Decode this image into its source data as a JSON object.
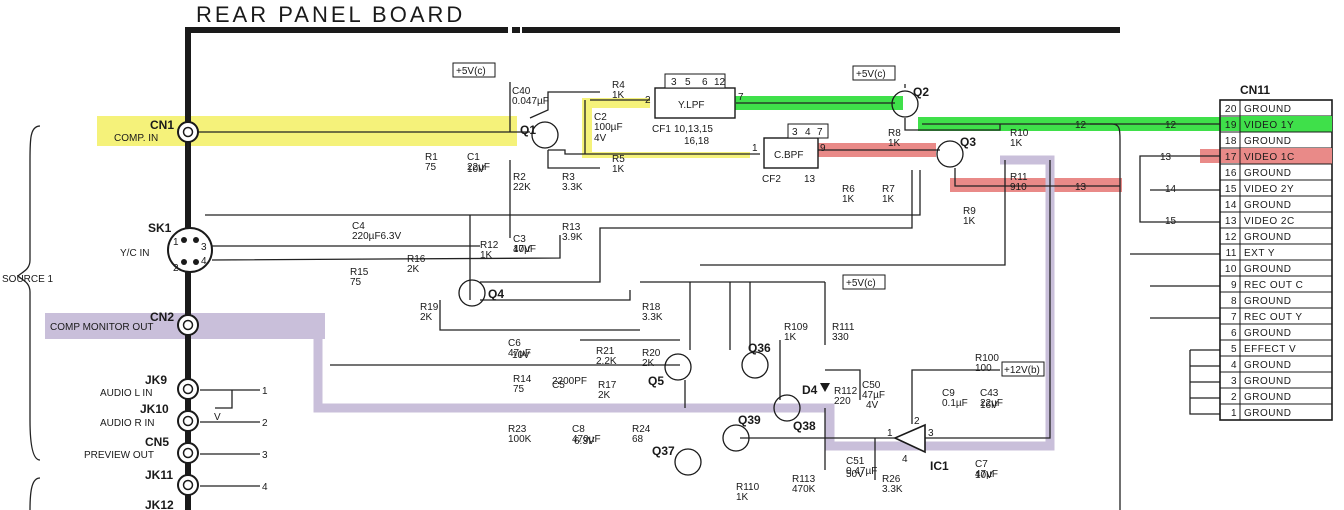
{
  "title": "REAR PANEL BOARD",
  "source_label": "SOURCE 1",
  "colors": {
    "yellow": "#f5f27a",
    "green": "#3fe04a",
    "red": "#e98a88",
    "purple": "#c9bfda"
  },
  "connectors": {
    "cn1": {
      "ref": "CN1",
      "name": "COMP. IN"
    },
    "sk1": {
      "ref": "SK1",
      "name": "Y/C IN"
    },
    "cn2": {
      "ref": "CN2",
      "name": "COMP MONITOR OUT"
    },
    "jk9": {
      "ref": "JK9",
      "name": "AUDIO L IN"
    },
    "jk10": {
      "ref": "JK10",
      "name": "AUDIO R IN"
    },
    "cn5": {
      "ref": "CN5",
      "name": "PREVIEW OUT"
    },
    "jk11": {
      "ref": "JK11"
    },
    "jk12": {
      "ref": "JK12"
    }
  },
  "sk1_pins": [
    "1",
    "2",
    "3",
    "4"
  ],
  "jack_pins": [
    "1",
    "2",
    "3",
    "4"
  ],
  "vlabel": "V",
  "supplies": {
    "p5v_c": "+5V(c)",
    "p12v_b": "+12V(b)"
  },
  "filters": {
    "ylpf": {
      "name": "Y.LPF",
      "ref": "CF1",
      "top_pins": [
        "3",
        "5",
        "6",
        "12"
      ],
      "pin_in": "2",
      "pin_out": "7",
      "note1": "10,13,15",
      "note2": "16,18"
    },
    "cbpf": {
      "name": "C.BPF",
      "ref": "CF2",
      "top_pins": [
        "3",
        "4",
        "7"
      ],
      "pin_in": "1",
      "pin_out": "9",
      "note": "13"
    }
  },
  "transistors": [
    "Q1",
    "Q2",
    "Q3",
    "Q4",
    "Q5",
    "Q36",
    "Q37",
    "Q38",
    "Q39"
  ],
  "ic": {
    "ref": "IC1",
    "pins": [
      "1",
      "2",
      "3",
      "4"
    ]
  },
  "diode": "D4",
  "components": [
    {
      "ref": "C40",
      "val": "0.047µF"
    },
    {
      "ref": "R4",
      "val": "1K"
    },
    {
      "ref": "C2",
      "val": "100µF"
    },
    {
      "ref": "C2v",
      "val": "4V"
    },
    {
      "ref": "R5",
      "val": "1K"
    },
    {
      "ref": "R1",
      "val": "75"
    },
    {
      "ref": "C1",
      "val": "22µF"
    },
    {
      "ref": "C1v",
      "val": "10V"
    },
    {
      "ref": "R2",
      "val": "22K"
    },
    {
      "ref": "R3",
      "val": "3.3K"
    },
    {
      "ref": "R8",
      "val": "1K"
    },
    {
      "ref": "R6",
      "val": "1K"
    },
    {
      "ref": "R7",
      "val": "1K"
    },
    {
      "ref": "R10",
      "val": "1K"
    },
    {
      "ref": "R11",
      "val": "910"
    },
    {
      "ref": "R9",
      "val": "1K"
    },
    {
      "ref": "C3",
      "val": "47µF"
    },
    {
      "ref": "C3v",
      "val": "10V"
    },
    {
      "ref": "R13",
      "val": "3.9K"
    },
    {
      "ref": "C4",
      "val": "220µF6.3V"
    },
    {
      "ref": "R12",
      "val": "1K"
    },
    {
      "ref": "R15",
      "val": "75"
    },
    {
      "ref": "R16",
      "val": "2K"
    },
    {
      "ref": "R19",
      "val": "2K"
    },
    {
      "ref": "R18",
      "val": "3.3K"
    },
    {
      "ref": "C6",
      "val": "47µF"
    },
    {
      "ref": "C6v",
      "val": "10V"
    },
    {
      "ref": "R21",
      "val": "2.2K"
    },
    {
      "ref": "R20",
      "val": "2K"
    },
    {
      "ref": "R109",
      "val": "1K"
    },
    {
      "ref": "R111",
      "val": "330"
    },
    {
      "ref": "R14",
      "val": "75"
    },
    {
      "ref": "C5",
      "val": "2200PF"
    },
    {
      "ref": "R17",
      "val": "2K"
    },
    {
      "ref": "R112",
      "val": "220"
    },
    {
      "ref": "C50",
      "val": "47µF"
    },
    {
      "ref": "C50v",
      "val": "4V"
    },
    {
      "ref": "C9",
      "val": "0.1µF"
    },
    {
      "ref": "C43",
      "val": "22µF"
    },
    {
      "ref": "C43v",
      "val": "16V"
    },
    {
      "ref": "R100",
      "val": "100"
    },
    {
      "ref": "R23",
      "val": "100K"
    },
    {
      "ref": "C8",
      "val": "470µF"
    },
    {
      "ref": "C8v",
      "val": "6.3V"
    },
    {
      "ref": "R24",
      "val": "68"
    },
    {
      "ref": "C51",
      "val": "0.47µF"
    },
    {
      "ref": "C51v",
      "val": "50V"
    },
    {
      "ref": "R113",
      "val": "470K"
    },
    {
      "ref": "R26",
      "val": "3.3K"
    },
    {
      "ref": "C7",
      "val": "47µF"
    },
    {
      "ref": "C7v",
      "val": "10V"
    },
    {
      "ref": "R110",
      "val": "1K"
    }
  ],
  "wire_labels": [
    "12",
    "12",
    "13",
    "13",
    "14",
    "15"
  ],
  "cn11": {
    "ref": "CN11",
    "pins": [
      {
        "num": "20",
        "label": "GROUND"
      },
      {
        "num": "19",
        "label": "VIDEO 1Y"
      },
      {
        "num": "18",
        "label": "GROUND"
      },
      {
        "num": "17",
        "label": "VIDEO 1C"
      },
      {
        "num": "16",
        "label": "GROUND"
      },
      {
        "num": "15",
        "label": "VIDEO 2Y"
      },
      {
        "num": "14",
        "label": "GROUND"
      },
      {
        "num": "13",
        "label": "VIDEO 2C"
      },
      {
        "num": "12",
        "label": "GROUND"
      },
      {
        "num": "11",
        "label": "EXT Y"
      },
      {
        "num": "10",
        "label": "GROUND"
      },
      {
        "num": "9",
        "label": "REC OUT C"
      },
      {
        "num": "8",
        "label": "GROUND"
      },
      {
        "num": "7",
        "label": "REC OUT Y"
      },
      {
        "num": "6",
        "label": "GROUND"
      },
      {
        "num": "5",
        "label": "EFFECT V"
      },
      {
        "num": "4",
        "label": "GROUND"
      },
      {
        "num": "3",
        "label": "GROUND"
      },
      {
        "num": "2",
        "label": "GROUND"
      },
      {
        "num": "1",
        "label": "GROUND"
      }
    ]
  }
}
